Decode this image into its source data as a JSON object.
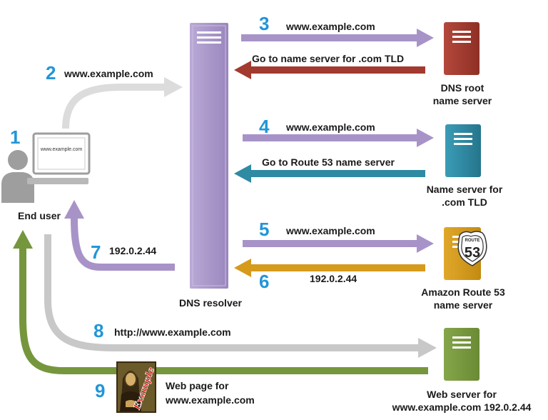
{
  "steps": {
    "s1": "1",
    "s2": "2",
    "s3": "3",
    "s4": "4",
    "s5": "5",
    "s6": "6",
    "s7": "7",
    "s8": "8",
    "s9": "9"
  },
  "labels": {
    "step2": "www.example.com",
    "step3": "www.example.com",
    "root_reply": "Go to name server for .com TLD",
    "step4": "www.example.com",
    "tld_reply": "Go to Route 53 name server",
    "step5": "www.example.com",
    "step6": "192.0.2.44",
    "step7": "192.0.2.44",
    "step8": "http://www.example.com",
    "screen_text": "www.example.com"
  },
  "nodes": {
    "end_user": "End user",
    "resolver": "DNS resolver",
    "root_line1": "DNS root",
    "root_line2": "name server",
    "tld_line1": "Name server for",
    "tld_line2": ".com TLD",
    "r53_line1": "Amazon Route 53",
    "r53_line2": "name server",
    "r53_badge_top": "ROUTE",
    "r53_badge_num": "53",
    "web_line1": "Web server for",
    "web_line2": "www.example.com 192.0.2.44",
    "page_line1": "Web page for",
    "page_line2": "www.example.com"
  },
  "colors": {
    "step_number": "#2196d8",
    "resolver": "#a694c6",
    "root_server": "#a33a2f",
    "tld_server": "#2f8aa3",
    "route53_server": "#d69a1c",
    "web_server": "#76963d",
    "query_arrow": "#a893c8",
    "http_arrow": "#c8c8c8",
    "return_arrow": "#76963d"
  }
}
